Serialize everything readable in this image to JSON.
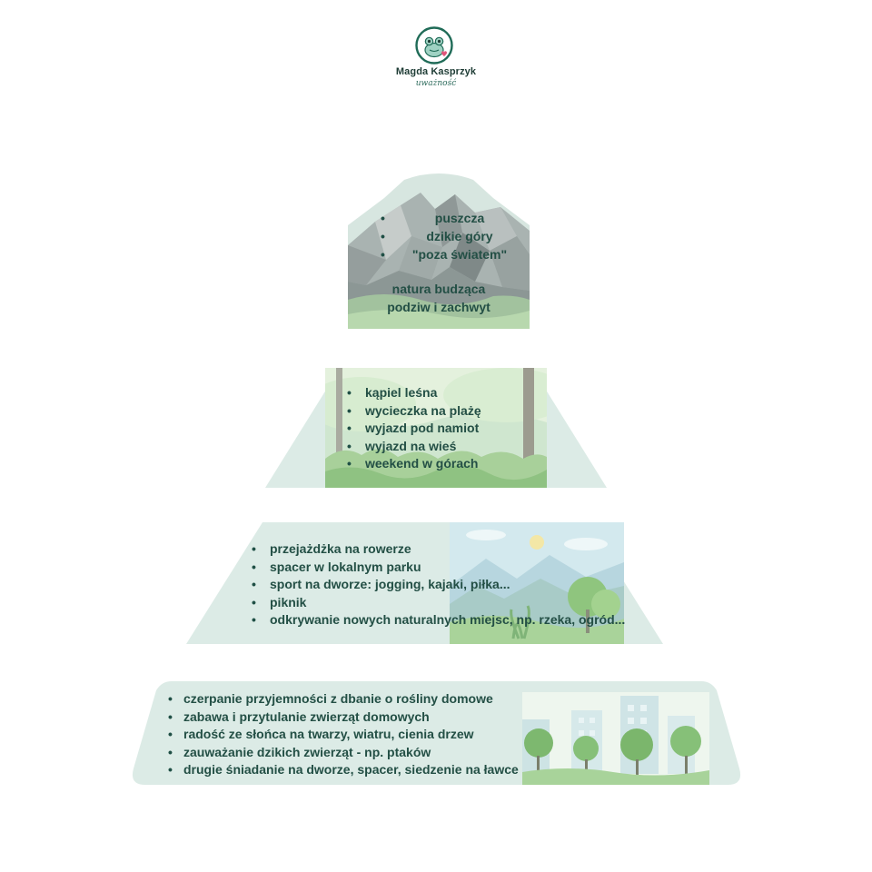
{
  "logo": {
    "name": "Magda Kasprzyk",
    "tagline": "uważność",
    "colors": {
      "ring": "#1f6b57",
      "heart": "#e2557a",
      "frog": "#7fbfae"
    }
  },
  "pyramid": {
    "colors": {
      "tier_fill": "#dcebe6",
      "text": "#234f45"
    },
    "tiers": [
      {
        "items": [
          "puszcza",
          "dzikie góry",
          "\"poza światem\""
        ],
        "note_lines": [
          "natura budząca",
          "podziw i zachwyt"
        ],
        "illustration": "mountains"
      },
      {
        "items": [
          "kąpiel  leśna",
          "wycieczka na plażę",
          "wyjazd pod namiot",
          "wyjazd na wieś",
          "weekend w górach"
        ],
        "illustration": "forest"
      },
      {
        "items": [
          "przejażdżka na rowerze",
          "spacer w lokalnym parku",
          "sport na dworze: jogging, kajaki, piłka...",
          "piknik",
          "odkrywanie nowych naturalnych miejsc, np. rzeka, ogród..."
        ],
        "illustration": "park-with-hills"
      },
      {
        "items": [
          "czerpanie przyjemności z dbanie o rośliny domowe",
          "zabawa i przytulanie zwierząt domowych",
          "radość ze słońca na twarzy, wiatru, cienia drzew",
          "zauważanie dzikich zwierząt - np. ptaków",
          "drugie śniadanie na dworze, spacer, siedzenie na ławce"
        ],
        "illustration": "city-park"
      }
    ]
  }
}
